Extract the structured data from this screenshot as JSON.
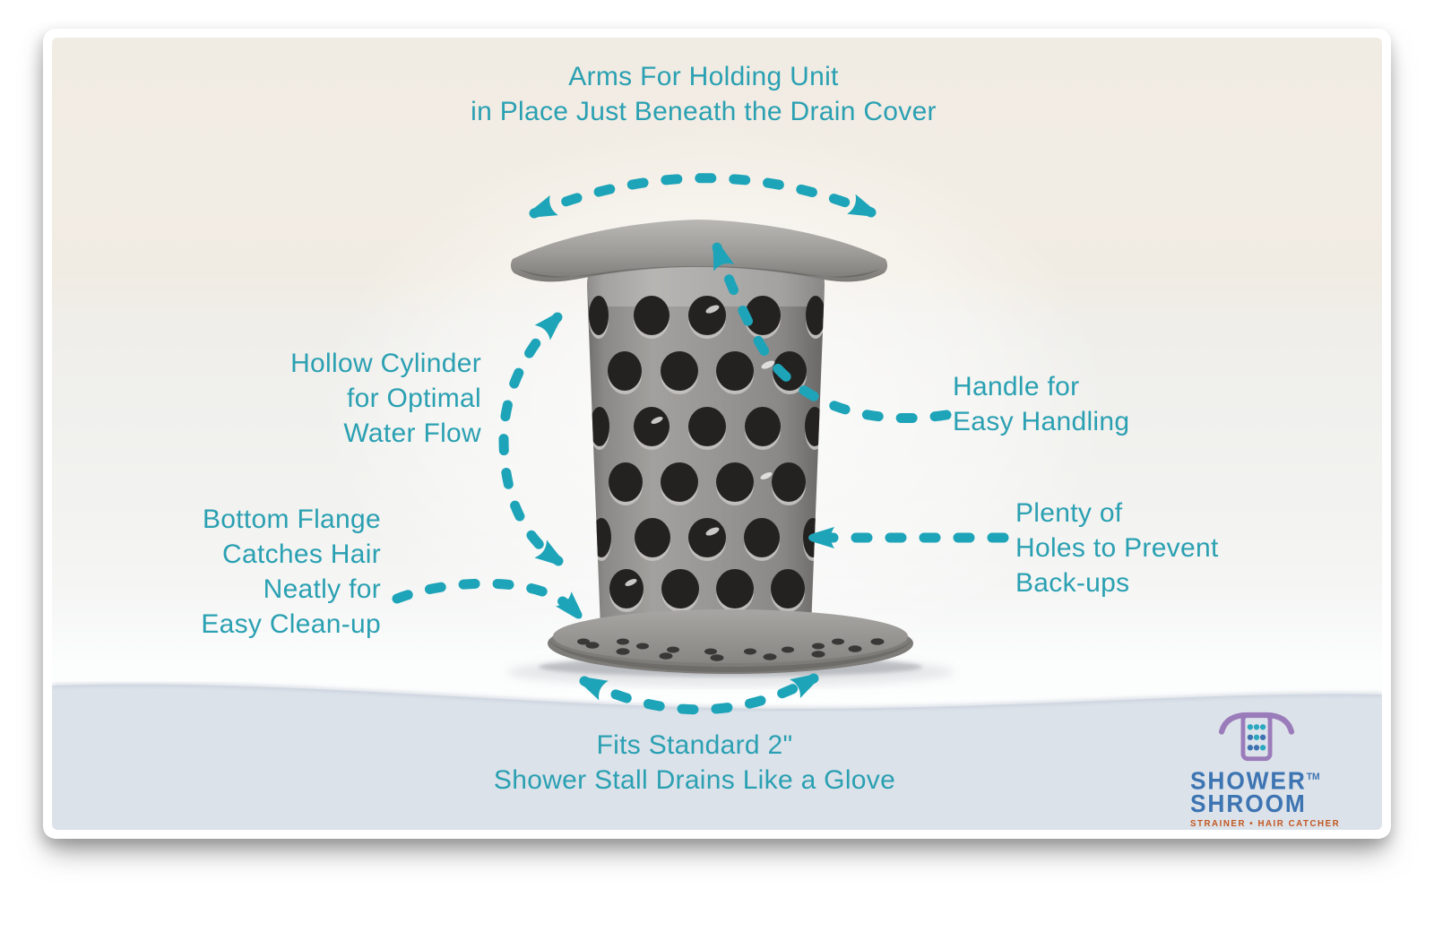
{
  "css_vars": {
    "--teal-text": "#2aa0b2",
    "--teal-arrow": "#1ea4b8",
    "--logo-blue": "#3d74b2",
    "--logo-orange": "#c2571f",
    "--logo-purple": "#9b7cba"
  },
  "annotations": {
    "arms": {
      "lines": [
        "Arms For Holding Unit",
        "in Place Just Beneath the Drain Cover"
      ]
    },
    "hollow": {
      "lines": [
        "Hollow Cylinder",
        "for Optimal",
        "Water Flow"
      ]
    },
    "bottom_flange": {
      "lines": [
        "Bottom Flange",
        "Catches Hair",
        "Neatly for",
        "Easy Clean-up"
      ]
    },
    "handle": {
      "lines": [
        "Handle for",
        "Easy Handling"
      ]
    },
    "holes": {
      "lines": [
        "Plenty of",
        "Holes to Prevent",
        "Back-ups"
      ]
    },
    "fits": {
      "lines": [
        "Fits Standard 2\"",
        "Shower Stall Drains Like a Glove"
      ]
    }
  },
  "logo": {
    "line1": "SHOWER",
    "trademark": "TM",
    "line2": "SHROOM",
    "tagline": "STRAINER • HAIR CATCHER"
  }
}
